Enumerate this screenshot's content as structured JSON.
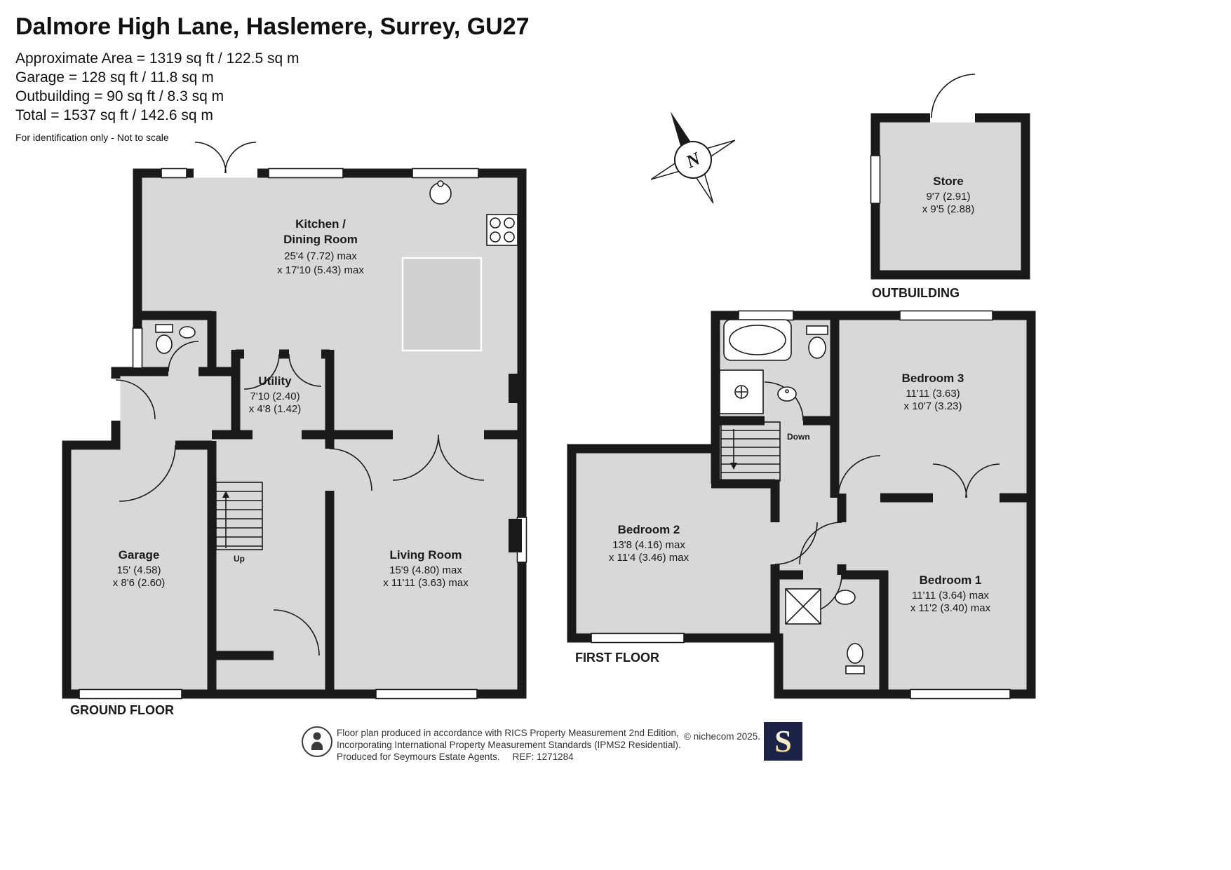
{
  "header": {
    "title": "Dalmore High Lane, Haslemere, Surrey, GU27",
    "area_lines": [
      "Approximate Area = 1319 sq ft / 122.5 sq m",
      "Garage = 128 sq ft / 11.8 sq m",
      "Outbuilding = 90 sq ft / 8.3 sq m",
      "Total = 1537 sq ft / 142.6 sq m"
    ],
    "disclaimer": "For identification only - Not to scale"
  },
  "compass": {
    "north_label": "N"
  },
  "ground_floor": {
    "label": "GROUND FLOOR",
    "kitchen": {
      "line1": "Kitchen /",
      "line2": "Dining Room",
      "dim1": "25'4 (7.72) max",
      "dim2": "x 17'10 (5.43) max"
    },
    "utility": {
      "name": "Utility",
      "dim1": "7'10 (2.40)",
      "dim2": "x 4'8 (1.42)"
    },
    "garage": {
      "name": "Garage",
      "dim1": "15' (4.58)",
      "dim2": "x 8'6 (2.60)"
    },
    "living_room": {
      "name": "Living Room",
      "dim1": "15'9 (4.80) max",
      "dim2": "x 11'11 (3.63) max"
    },
    "stairs": {
      "label": "Up"
    }
  },
  "first_floor": {
    "label": "FIRST FLOOR",
    "bedroom1": {
      "name": "Bedroom 1",
      "dim1": "11'11 (3.64) max",
      "dim2": "x 11'2 (3.40) max"
    },
    "bedroom2": {
      "name": "Bedroom 2",
      "dim1": "13'8 (4.16) max",
      "dim2": "x 11'4 (3.46) max"
    },
    "bedroom3": {
      "name": "Bedroom 3",
      "dim1": "11'11 (3.63)",
      "dim2": "x 10'7 (3.23)"
    },
    "stairs": {
      "label": "Down"
    }
  },
  "outbuilding": {
    "label": "OUTBUILDING",
    "store": {
      "name": "Store",
      "dim1": "9'7 (2.91)",
      "dim2": "x 9'5 (2.88)"
    }
  },
  "footer": {
    "line1": "Floor plan produced in accordance with RICS Property Measurement 2nd Edition,",
    "line2": "Incorporating International Property Measurement Standards (IPMS2 Residential).",
    "line3": "Produced for Seymours Estate Agents.",
    "ref": "REF: 1271284",
    "copyright": "© nichecom 2025.",
    "logo_letter": "S"
  },
  "colors": {
    "room_fill": "#d8d8d8",
    "wall": "#1a1a1a",
    "logo_navy": "#1b2447",
    "logo_gold": "#f2c64b"
  }
}
